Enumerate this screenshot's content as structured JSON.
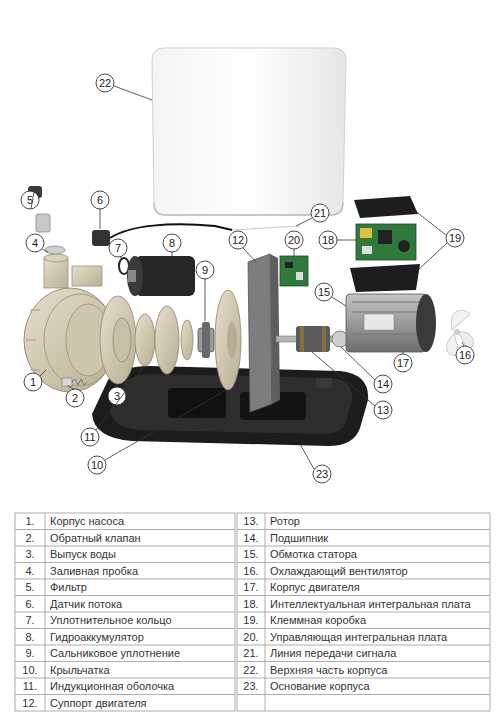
{
  "diagram": {
    "labels": [
      "22",
      "5",
      "6",
      "21",
      "19",
      "4",
      "7",
      "8",
      "12",
      "20",
      "18",
      "9",
      "15",
      "1",
      "16",
      "2",
      "3",
      "17",
      "11",
      "14",
      "13",
      "10",
      "23",
      "1.",
      "Корпус насоса",
      "13.",
      "Ротор",
      "2.",
      "Обратный клапан",
      "14.",
      "Подшипник",
      "3.",
      "Выпуск воды",
      "15.",
      "Обмотка статора",
      "4.",
      "Заливная пробка",
      "16.",
      "Охлаждающий вентилятор",
      "5.",
      "Фильтр",
      "17.",
      "Корпус двигателя",
      "6.",
      "Датчик потока",
      "18.",
      "Интеллектуальная интегральная плата",
      "7.",
      "Уплотнительное кольцо",
      "19.",
      "Клеммная коробка",
      "8.",
      "Гидроаккумулятор",
      "20.",
      "Управляющая интегральная плата",
      "9.",
      "Сальниковое уплотнение",
      "21.",
      "Линия передачи сигнала",
      "10.",
      "Крыльчатка",
      "22.",
      "Верхняя часть корпуса",
      "11.",
      "Индукционная оболочка",
      "23.",
      "Основание корпуса",
      "12.",
      "Суппорт двигателя"
    ]
  }
}
